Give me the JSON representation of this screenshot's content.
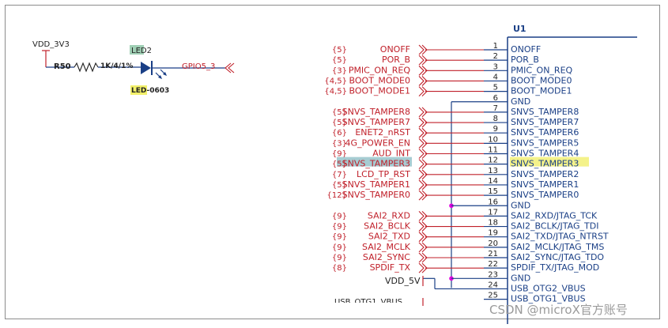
{
  "led_circuit": {
    "power_net": "VDD_3V3",
    "resistor_ref": "R50",
    "resistor_value": "1K/4/1%",
    "led_ref": "LED2",
    "led_package": "LED-0603",
    "signal_net": "GPIO5_3"
  },
  "connector": {
    "ref": "U1",
    "supply_label": "VDD_5V",
    "partial_label": "USB_OTG1_VBUS",
    "pins": [
      {
        "num": "1",
        "name": "ONOFF",
        "net": "ONOFF",
        "ref": "{5}"
      },
      {
        "num": "2",
        "name": "POR_B",
        "net": "POR_B",
        "ref": "{5}"
      },
      {
        "num": "3",
        "name": "PMIC_ON_REQ",
        "net": "PMIC_ON_REQ",
        "ref": "{3}"
      },
      {
        "num": "4",
        "name": "BOOT_MODE0",
        "net": "BOOT_MODE0",
        "ref": "{4,5}"
      },
      {
        "num": "5",
        "name": "BOOT_MODE1",
        "net": "BOOT_MODE1",
        "ref": "{4,5}"
      },
      {
        "num": "6",
        "name": "GND",
        "net": "",
        "ref": ""
      },
      {
        "num": "7",
        "name": "SNVS_TAMPER8",
        "net": "SNVS_TAMPER8",
        "ref": "{5}"
      },
      {
        "num": "8",
        "name": "SNVS_TAMPER7",
        "net": "SNVS_TAMPER7",
        "ref": "{5}"
      },
      {
        "num": "9",
        "name": "SNVS_TAMPER6",
        "net": "ENET2_nRST",
        "ref": "{6}"
      },
      {
        "num": "10",
        "name": "SNVS_TAMPER5",
        "net": "4G_POWER_EN",
        "ref": "{3}"
      },
      {
        "num": "11",
        "name": "SNVS_TAMPER4",
        "net": "AUD_INT",
        "ref": "{9}"
      },
      {
        "num": "12",
        "name": "SNVS_TAMPER3",
        "net": "SNVS_TAMPER3",
        "ref": "{5}"
      },
      {
        "num": "13",
        "name": "SNVS_TAMPER2",
        "net": "LCD_TP_RST",
        "ref": "{7}"
      },
      {
        "num": "14",
        "name": "SNVS_TAMPER1",
        "net": "SNVS_TAMPER1",
        "ref": "{5}"
      },
      {
        "num": "15",
        "name": "SNVS_TAMPER0",
        "net": "SNVS_TAMPER0",
        "ref": "{12}"
      },
      {
        "num": "16",
        "name": "GND",
        "net": "",
        "ref": ""
      },
      {
        "num": "17",
        "name": "SAI2_RXD/JTAG_TCK",
        "net": "SAI2_RXD",
        "ref": "{9}"
      },
      {
        "num": "18",
        "name": "SAI2_BCLK/JTAG_TDI",
        "net": "SAI2_BCLK",
        "ref": "{9}"
      },
      {
        "num": "19",
        "name": "SAI2_TXD/JTAG_NTRST",
        "net": "SAI2_TXD",
        "ref": "{9}"
      },
      {
        "num": "20",
        "name": "SAI2_MCLK/JTAG_TMS",
        "net": "SAI2_MCLK",
        "ref": "{9}"
      },
      {
        "num": "21",
        "name": "SAI2_SYNC/JTAG_TDO",
        "net": "SAI2_SYNC",
        "ref": "{9}"
      },
      {
        "num": "22",
        "name": "SPDIF_TX/JTAG_MOD",
        "net": "SPDIF_TX",
        "ref": "{8}"
      },
      {
        "num": "23",
        "name": "GND",
        "net": "",
        "ref": ""
      },
      {
        "num": "24",
        "name": "USB_OTG2_VBUS",
        "net": "",
        "ref": ""
      },
      {
        "num": "25",
        "name": "USB_OTG1_VBUS",
        "net": "",
        "ref": ""
      }
    ]
  },
  "watermark": "CSDN @microX官方账号",
  "colors": {
    "net_red": "#c0202a",
    "body_blue": "#1a3f86",
    "wire_black": "#222222",
    "junction": "#e000e0",
    "hl_green": "#9fcfb4",
    "hl_yellow": "#f2f06a",
    "hl_teal": "#a6ccd2",
    "hl_lightyellow": "#f4f28a"
  }
}
